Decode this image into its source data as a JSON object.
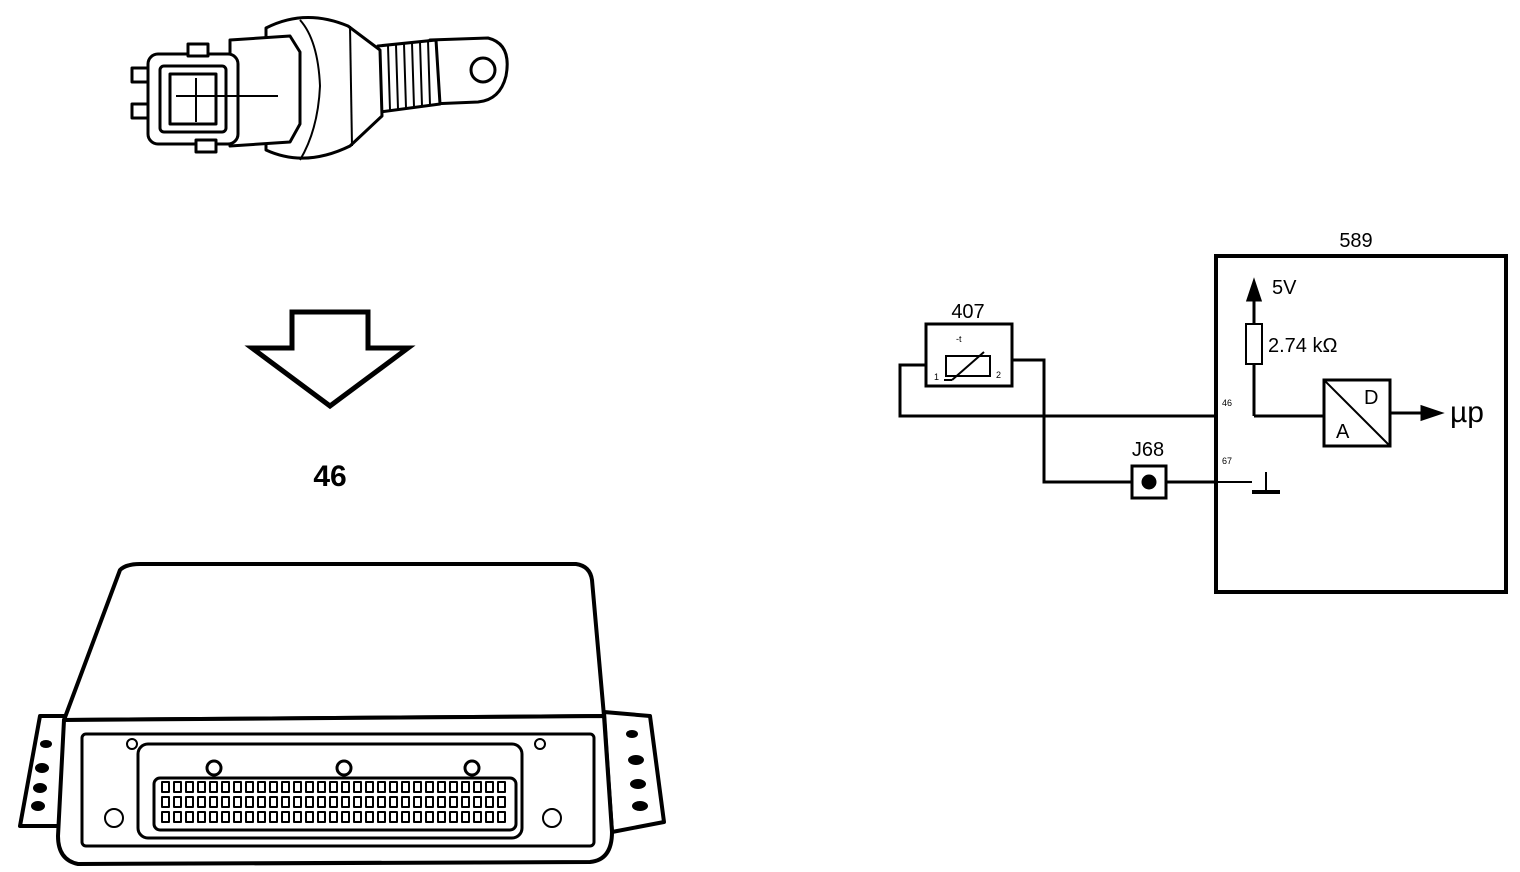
{
  "left": {
    "arrow_label": "46"
  },
  "schematic": {
    "ecu_label": "589",
    "sensor_label": "407",
    "sensor_pin1": "1",
    "sensor_pin2": "2",
    "sensor_symbol": "-t",
    "junction_label": "J68",
    "supply_label": "5V",
    "resistor_label": "2.74 kΩ",
    "pin_signal": "46",
    "pin_ground": "67",
    "converter_a": "A",
    "converter_d": "D",
    "output_label": "µp"
  }
}
